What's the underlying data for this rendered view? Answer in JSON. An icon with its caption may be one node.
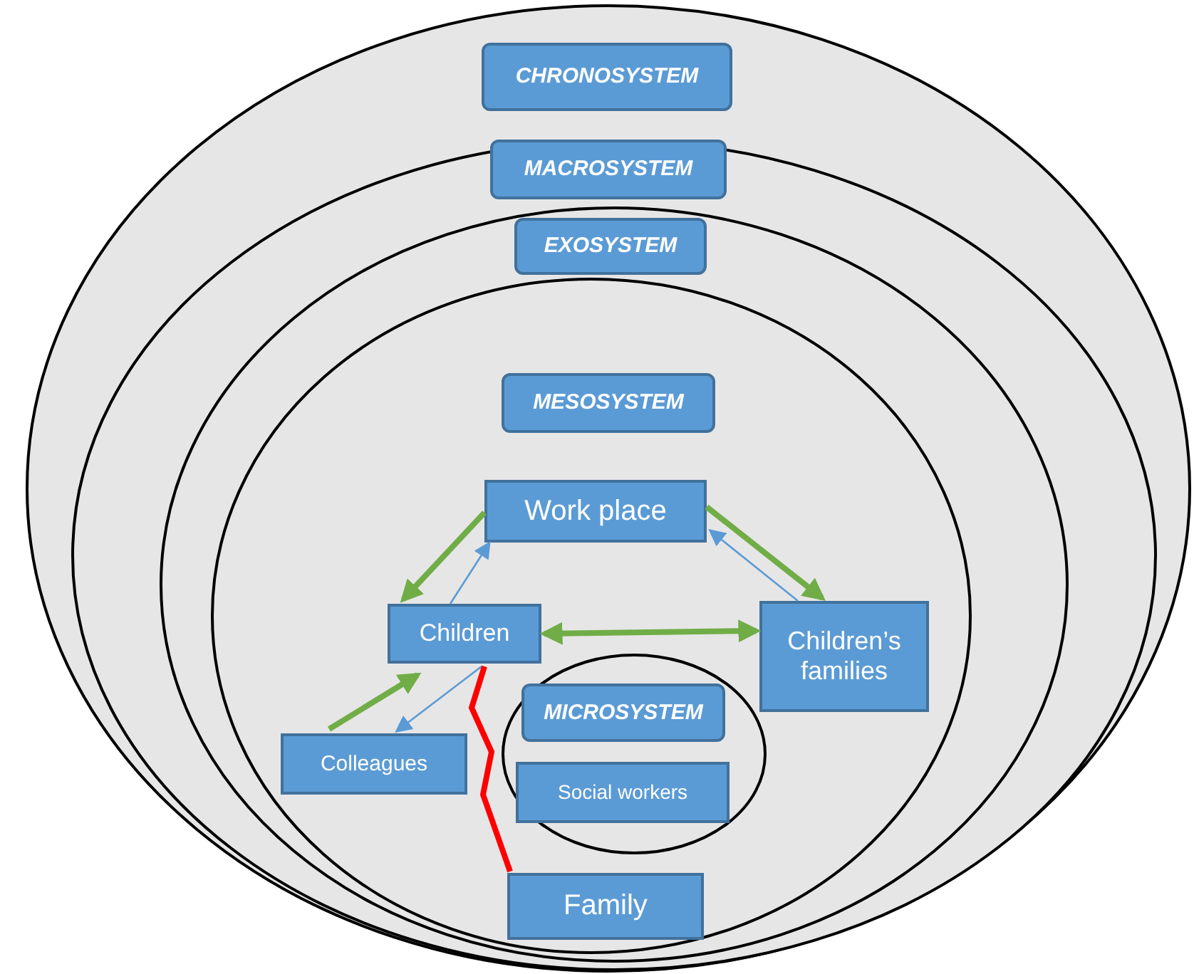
{
  "diagram": {
    "nodes": [
      {
        "text": [],
        "shape": "ellipse"
      },
      {
        "text": [
          "CHRONOSYSTEM"
        ],
        "in": 0
      },
      {
        "text": [],
        "shape": "ellipse",
        "in": 0
      },
      {
        "text": [
          "MACROSYSTEM"
        ],
        "in": 2
      },
      {
        "text": [],
        "shape": "ellipse",
        "in": 2
      },
      {
        "text": [
          "EXOSYSTEM"
        ],
        "in": 4
      },
      {
        "text": [],
        "shape": "ellipse",
        "in": 4
      },
      {
        "text": [
          "MESOSYSTEM"
        ],
        "in": 6
      },
      {
        "text": [
          "Work place"
        ],
        "in": 6
      },
      {
        "text": [
          "Children"
        ],
        "in": 6
      },
      {
        "text": [
          "Children’s families"
        ],
        "in": 6
      },
      {
        "text": [
          "Colleagues"
        ],
        "in": 6
      },
      {
        "text": [],
        "shape": "ellipse",
        "in": 6
      },
      {
        "text": [
          "MICROSYSTEM"
        ],
        "in": 12
      },
      {
        "text": [
          "Social workers"
        ],
        "in": 12
      },
      {
        "text": [
          "Family"
        ],
        "in": 6
      }
    ],
    "edges": [
      {
        "from": 8,
        "to": 9,
        "arrow": "to"
      },
      {
        "from": 9,
        "to": 8,
        "arrow": "to",
        "color": "#5b9bd5"
      },
      {
        "from": 8,
        "to": 10,
        "arrow": "to"
      },
      {
        "from": 10,
        "to": 8,
        "arrow": "to",
        "color": "#5b9bd5"
      },
      {
        "from": 9,
        "to": 10,
        "arrow": "both"
      },
      {
        "from": 11,
        "to": 9,
        "arrow": "to"
      },
      {
        "from": 9,
        "to": 11,
        "arrow": "to",
        "color": "#5b9bd5"
      },
      {
        "from": 9,
        "to": 15,
        "arrow": "none",
        "color": "#ff0000"
      }
    ]
  }
}
